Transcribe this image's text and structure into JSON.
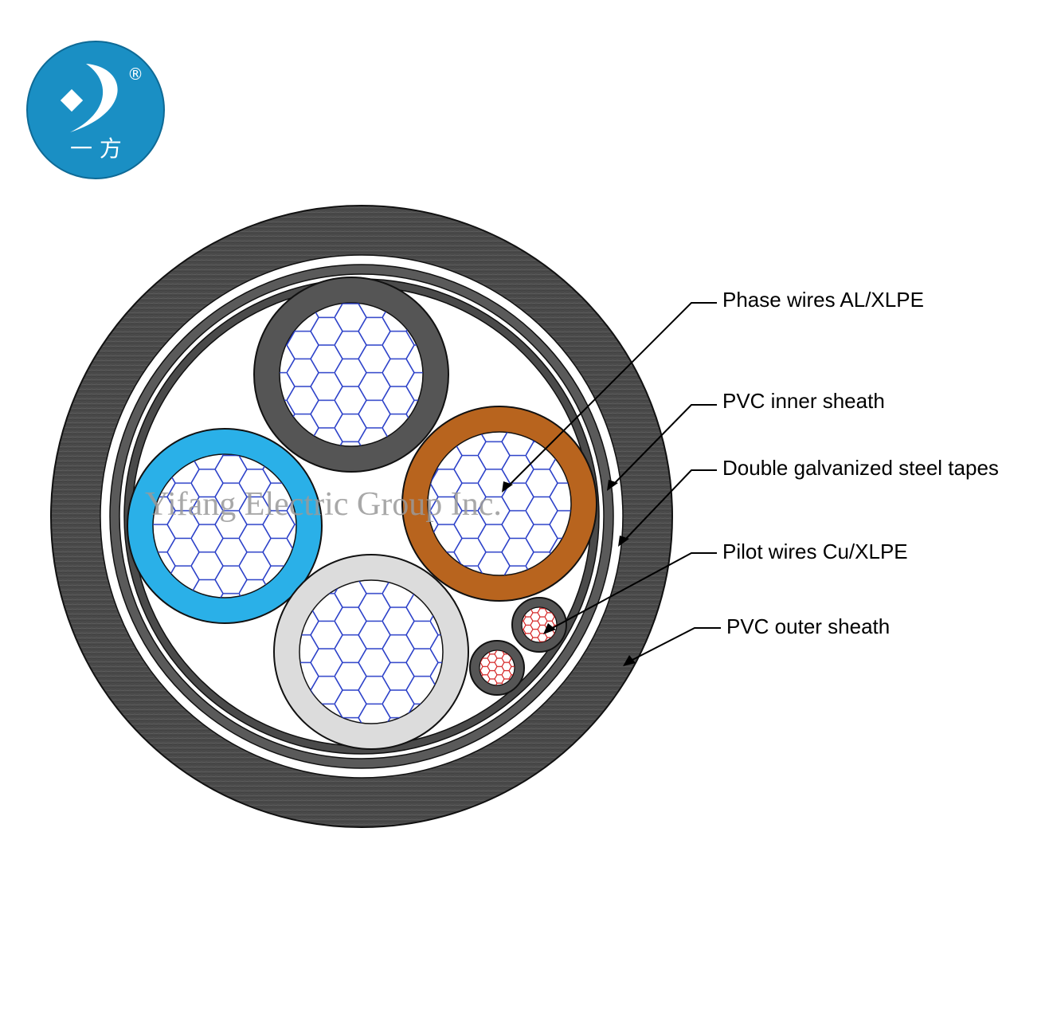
{
  "logo": {
    "text": "一 方",
    "registered_mark": "®",
    "color": "#1a8fc4"
  },
  "watermark": {
    "text": "Yifang Electric Group Inc."
  },
  "colors": {
    "outer_sheath": "#4a4a4a",
    "steel_tape": "#5a5a5a",
    "phase_gray": "#555555",
    "phase_blue": "#2ab0e8",
    "phase_brown": "#b8641e",
    "phase_white": "#dcdcdc",
    "conductor_al_grid": "#2a3fc8",
    "conductor_cu_grid": "#d42020"
  },
  "callouts": [
    {
      "id": "phase-wires",
      "label": "Phase wires AL/XLPE"
    },
    {
      "id": "pvc-inner-sheath",
      "label": "PVC inner sheath"
    },
    {
      "id": "steel-tapes",
      "label": "Double galvanized steel tapes"
    },
    {
      "id": "pilot-wires",
      "label": "Pilot wires Cu/XLPE"
    },
    {
      "id": "pvc-outer-sheath",
      "label": "PVC outer sheath"
    }
  ]
}
